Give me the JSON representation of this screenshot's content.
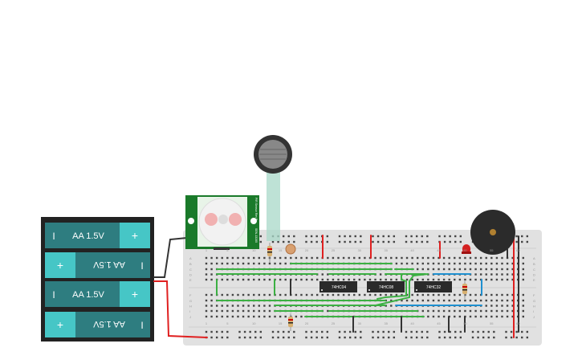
{
  "battery": {
    "cells": [
      {
        "label": "AA 1.5V",
        "flipped": false
      },
      {
        "label": "AA 1.5V",
        "flipped": true
      },
      {
        "label": "AA 1.5V",
        "flipped": false
      },
      {
        "label": "AA 1.5V",
        "flipped": true
      }
    ],
    "plus": "+",
    "minus": "I"
  },
  "chips": [
    {
      "label": "74HC04"
    },
    {
      "label": "74HC08"
    },
    {
      "label": "74HC32"
    }
  ],
  "breadboard": {
    "rows_top": [
      "A",
      "B",
      "C",
      "D",
      "E"
    ],
    "rows_bottom": [
      "F",
      "G",
      "H",
      "I",
      "J"
    ],
    "col_numbers": [
      "1",
      "5",
      "10",
      "15",
      "20",
      "25",
      "30",
      "35",
      "40",
      "45",
      "50",
      "55",
      "60"
    ]
  },
  "pir": {
    "label_top": "PIR Sensor Rev B",
    "label_bottom": "SEN-13285"
  },
  "colors": {
    "wire_green": "#3cb043",
    "wire_red": "#e02020",
    "wire_black": "#333333",
    "wire_blue": "#1e90d0",
    "board": "#e1e1e1",
    "battery": "#2e7d80",
    "terminal": "#46c6c6"
  }
}
